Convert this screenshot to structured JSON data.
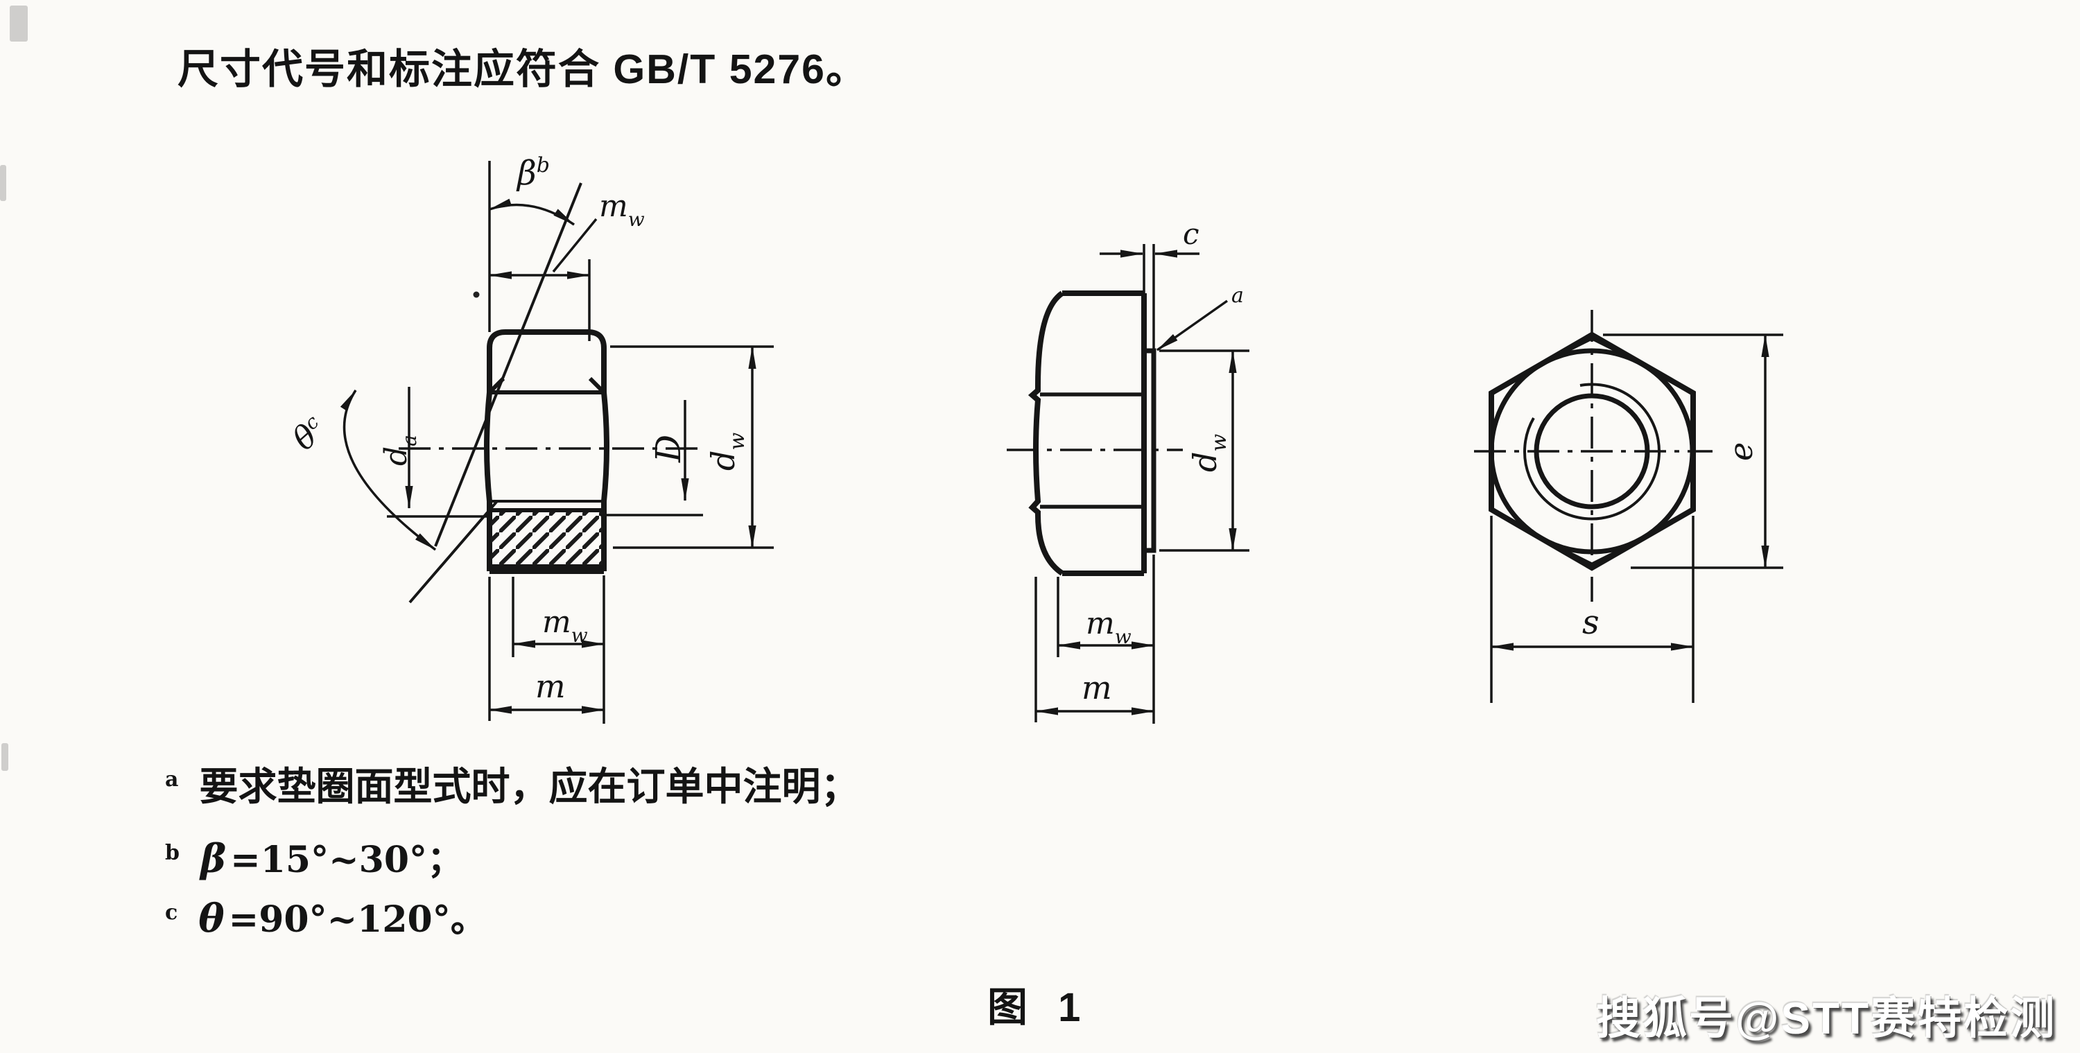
{
  "header": {
    "text": "尺寸代号和标注应符合 GB/T 5276。"
  },
  "caption": {
    "text": "图 1"
  },
  "watermark": {
    "text": "搜狐号@STT赛特检测"
  },
  "footnotes": [
    {
      "marker": "a",
      "text": "要求垫圈面型式时，应在订单中注明；"
    },
    {
      "marker": "b",
      "var": "β",
      "text": "=15°~30°；"
    },
    {
      "marker": "c",
      "var": "θ",
      "text": "=90°~120°。"
    }
  ],
  "labels": {
    "beta": {
      "base": "β",
      "sup": "b"
    },
    "theta": {
      "base": "θ",
      "sup": "c"
    },
    "mw": {
      "base": "m",
      "sub": "w"
    },
    "m": {
      "base": "m"
    },
    "da": {
      "base": "d",
      "sub": "a"
    },
    "D": {
      "base": "D"
    },
    "dw": {
      "base": "d",
      "sub": "w"
    },
    "c": {
      "base": "c"
    },
    "washer_ref": {
      "sup": "a"
    },
    "e": {
      "base": "e"
    },
    "s": {
      "base": "s"
    }
  }
}
